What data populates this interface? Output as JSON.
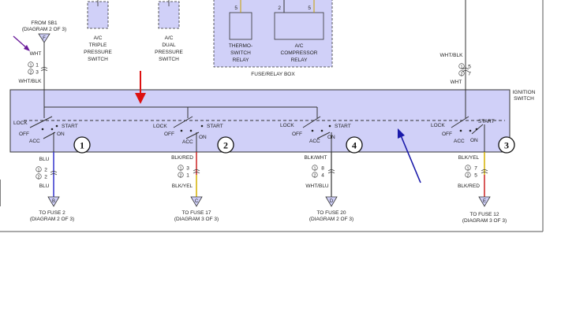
{
  "components": {
    "triple_switch": {
      "line1": "A/C",
      "line2": "TRIPLE",
      "line3": "PRESSURE",
      "line4": "SWITCH"
    },
    "dual_switch": {
      "line1": "A/C",
      "line2": "DUAL",
      "line3": "PRESSURE",
      "line4": "SWITCH"
    },
    "thermo_relay": {
      "line1": "THERMO-",
      "line2": "SWITCH",
      "line3": "RELAY",
      "pin": "5"
    },
    "comp_relay": {
      "line1": "A/C",
      "line2": "COMPRESSOR",
      "line3": "RELAY",
      "pin_left": "2",
      "pin_right": "5"
    },
    "fuse_relay_box": "FUSE/RELAY BOX"
  },
  "source": {
    "from_line1": "FROM SB1",
    "from_line2": "(DIAGRAM 2 OF 3)",
    "connector_letter": "F",
    "wire_top": "WHT",
    "pins": [
      "1",
      "2"
    ],
    "pin_values": [
      "1",
      "3"
    ],
    "wire_bottom": "WHT/BLK"
  },
  "right_feed": {
    "wire_top": "WHT/BLK",
    "pins": [
      "1",
      "2"
    ],
    "pin_values": [
      "5",
      "7"
    ],
    "wire_bottom": "WHT"
  },
  "ignition": {
    "line1": "IGNITION",
    "line2": "SWITCH"
  },
  "switches": [
    {
      "number": "1",
      "lock": "LOCK",
      "off": "OFF",
      "acc": "ACC",
      "on": "ON",
      "start": "START"
    },
    {
      "number": "2",
      "lock": "LOCK",
      "off": "OFF",
      "acc": "ACC",
      "on": "ON",
      "start": "START"
    },
    {
      "number": "4",
      "lock": "LOCK",
      "off": "OFF",
      "acc": "ACC",
      "on": "ON",
      "start": "START"
    },
    {
      "number": "3",
      "lock": "LOCK",
      "off": "OFF",
      "acc": "ACC",
      "on": "ON",
      "start": "START"
    }
  ],
  "outputs": [
    {
      "wire_top": "BLU",
      "pins": [
        "1",
        "2"
      ],
      "pin_values": [
        "2",
        "2"
      ],
      "wire_bottom": "BLU",
      "letter": "B",
      "to_line1": "TO FUSE 2",
      "to_line2": "(DIAGRAM 2 OF 3)",
      "color": "#3333cc"
    },
    {
      "wire_top": "BLK/RED",
      "pins": [
        "1",
        "2"
      ],
      "pin_values": [
        "3",
        "1"
      ],
      "wire_bottom": "BLK/YEL",
      "letter": "C",
      "to_line1": "TO FUSE 17",
      "to_line2": "(DIAGRAM 3 OF 3)",
      "color": "#cc2222"
    },
    {
      "wire_top": "BLK/WHT",
      "pins": [
        "1",
        "2"
      ],
      "pin_values": [
        "8",
        "4"
      ],
      "wire_bottom": "WHT/BLU",
      "letter": "D",
      "to_line1": "TO FUSE 20",
      "to_line2": "(DIAGRAM 2 OF 3)",
      "color": "#333333"
    },
    {
      "wire_top": "BLK/YEL",
      "pins": [
        "1",
        "2"
      ],
      "pin_values": [
        "7",
        "5"
      ],
      "wire_bottom": "BLK/RED",
      "letter": "E",
      "to_line1": "TO FUSE 12",
      "to_line2": "(DIAGRAM 3 OF 3)",
      "color": "#cc2222"
    }
  ],
  "colors": {
    "panel_fill": "#d0d0f8",
    "red_arrow": "#dd1111",
    "blue_arrow": "#1a1aaa",
    "purple_arrow": "#6a1b9a",
    "yellow_wire": "#d4b000"
  }
}
